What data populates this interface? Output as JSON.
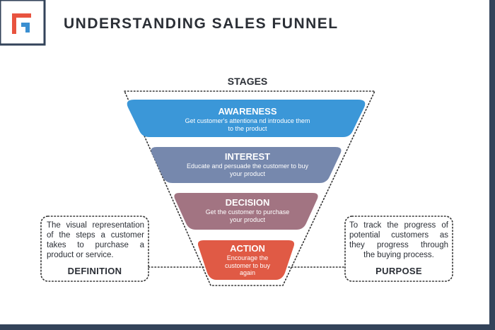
{
  "header": {
    "title": "UNDERSTANDING SALES FUNNEL"
  },
  "funnel": {
    "heading": "STAGES",
    "stages": [
      {
        "name": "AWARENESS",
        "desc_lines": [
          "Get customer's attentiona nd introduce them",
          "to the product"
        ],
        "color": "#3b97d8"
      },
      {
        "name": "INTEREST",
        "desc_lines": [
          "Educate and persuade the customer to buy",
          "your product"
        ],
        "color": "#7688ad"
      },
      {
        "name": "DECISION",
        "desc_lines": [
          "Get the customer to purchase",
          "your product"
        ],
        "color": "#a27482"
      },
      {
        "name": "ACTION",
        "desc_lines": [
          "Encourage the",
          "customer to buy",
          "again"
        ],
        "color": "#e05a45"
      }
    ]
  },
  "definition": {
    "lines": [
      "The visual representation",
      "of the steps a customer",
      "takes to purchase a",
      "product or service."
    ],
    "title": "DEFINITION"
  },
  "purpose": {
    "lines": [
      "To track the progress of",
      "potential customers as",
      "they progress through",
      "the buying process."
    ],
    "title": "PURPOSE"
  },
  "colors": {
    "frame": "#33435a",
    "accent_red": "#e8533f",
    "accent_blue": "#3a8fd1"
  }
}
